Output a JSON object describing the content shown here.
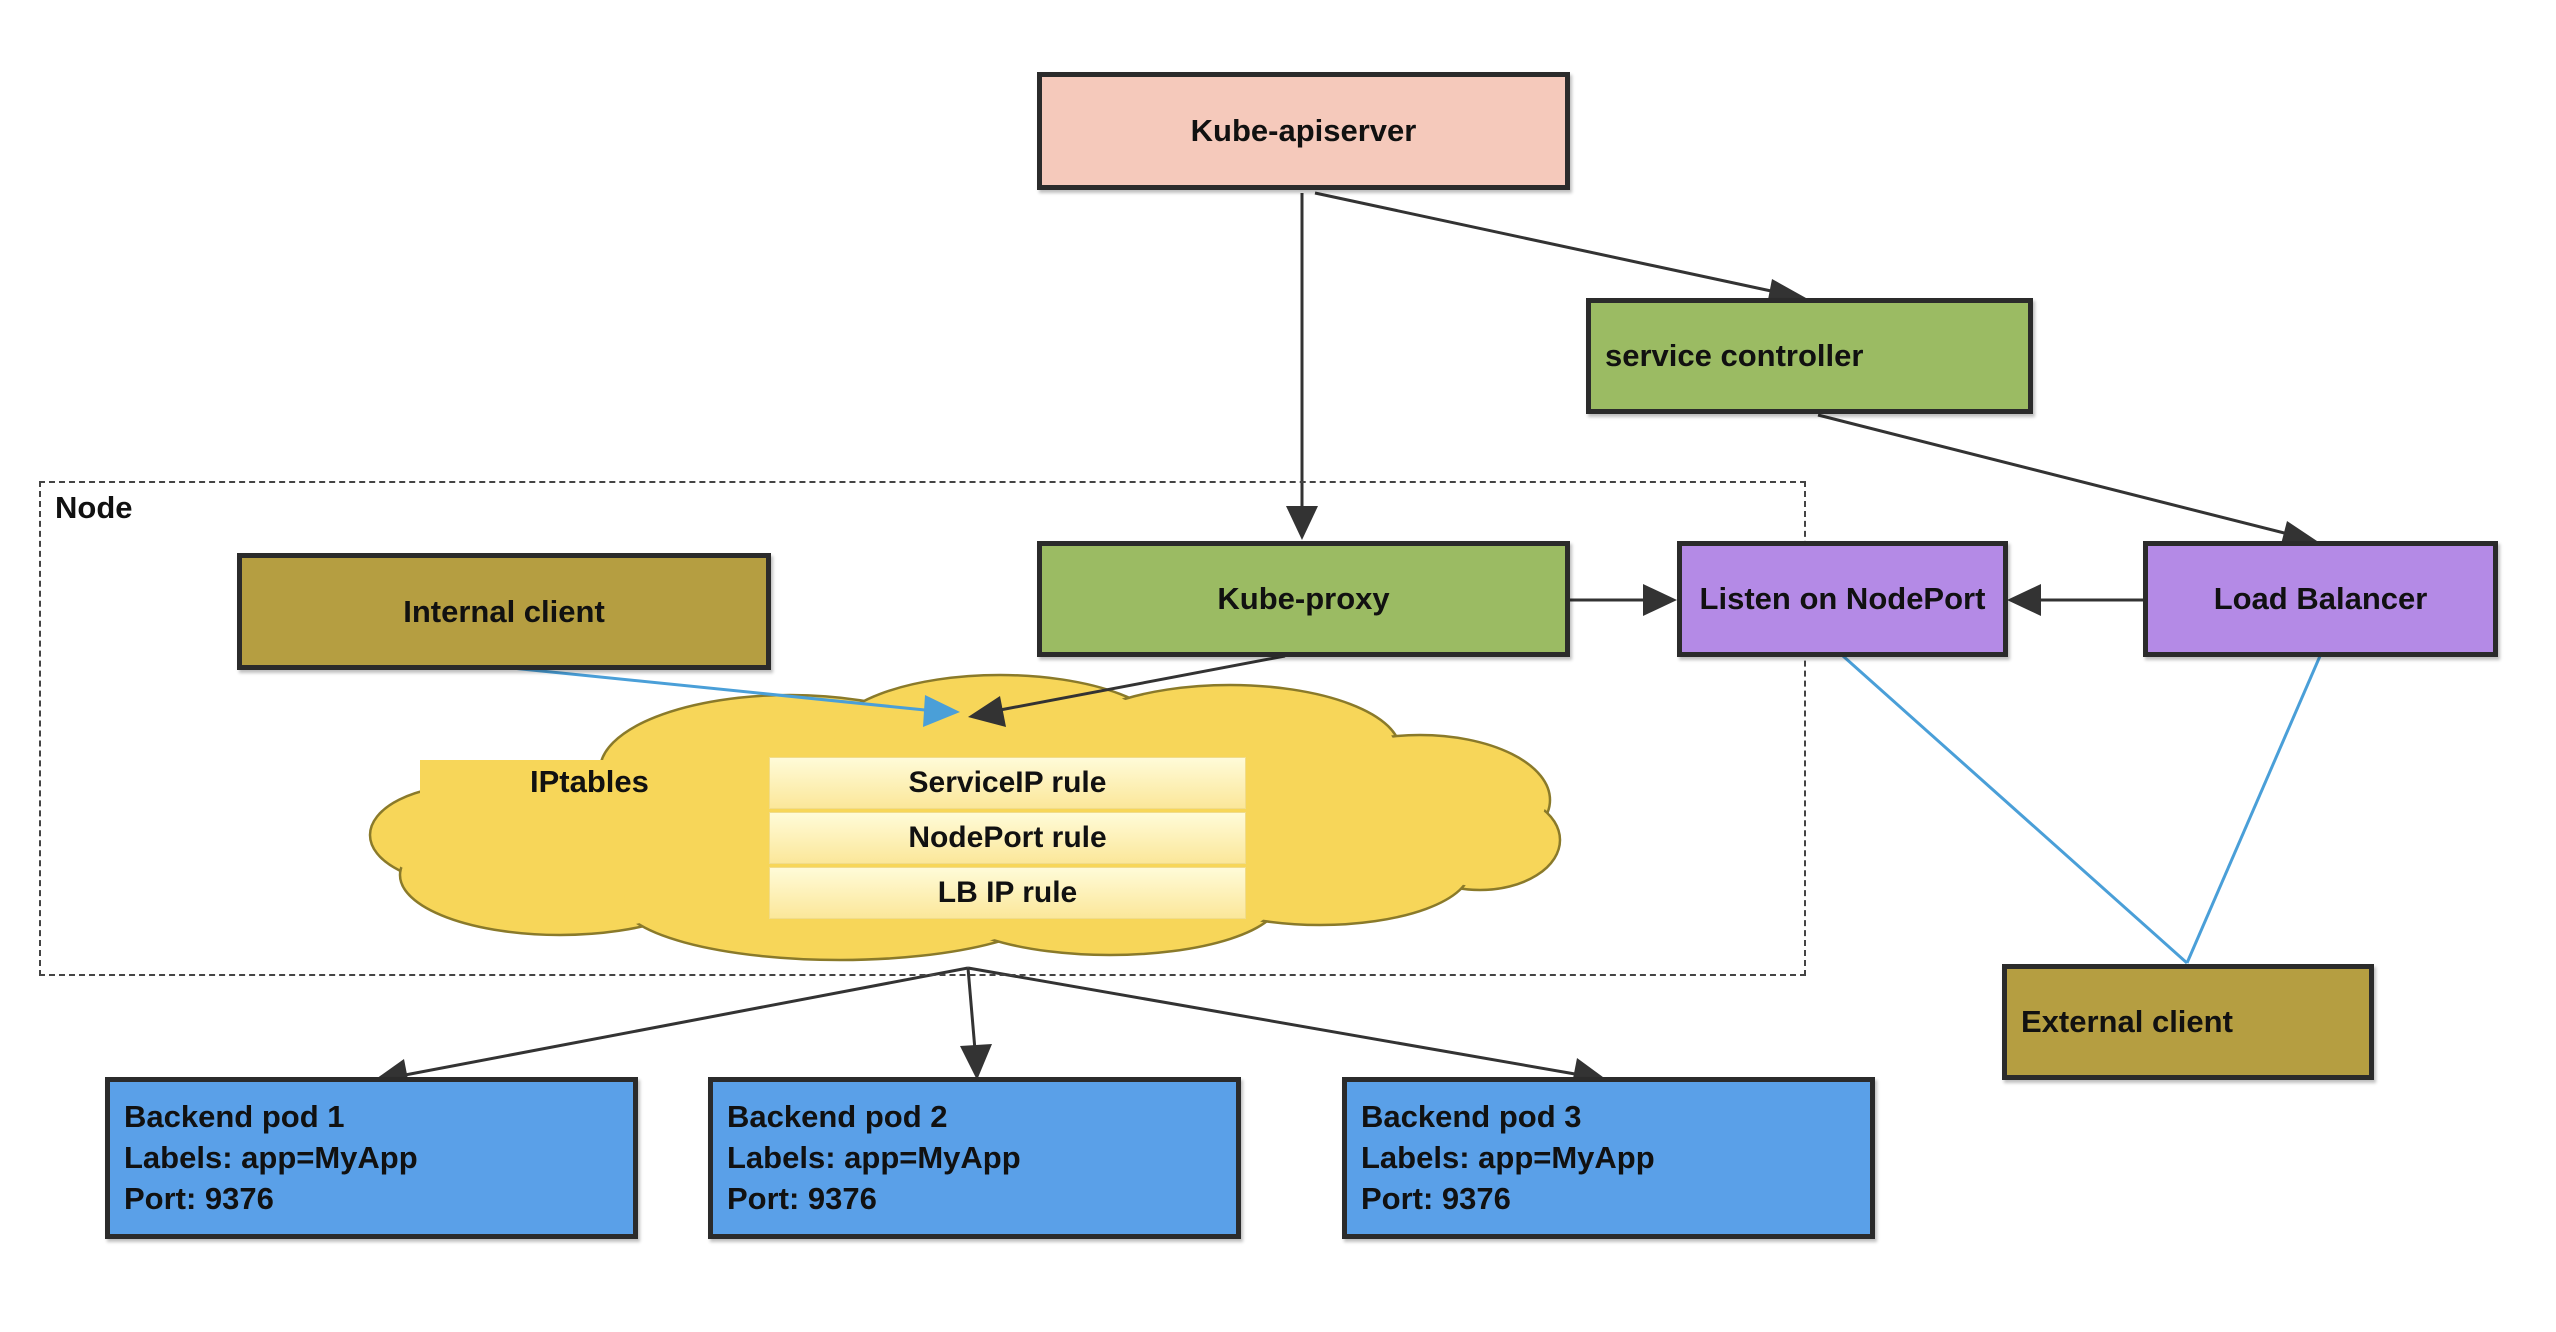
{
  "boxes": {
    "kube_apiserver": "Kube-apiserver",
    "service_controller": "service controller",
    "kube_proxy": "Kube-proxy",
    "listen_nodeport": "Listen on NodePort",
    "load_balancer": "Load Balancer",
    "internal_client": "Internal client",
    "external_client": "External client"
  },
  "node_label": "Node",
  "iptables": {
    "label": "IPtables",
    "rules": [
      "ServiceIP rule",
      "NodePort rule",
      "LB IP rule"
    ]
  },
  "pods": [
    {
      "name": "Backend pod 1",
      "labels": "Labels: app=MyApp",
      "port": "Port: 9376"
    },
    {
      "name": "Backend pod 2",
      "labels": "Labels: app=MyApp",
      "port": "Port: 9376"
    },
    {
      "name": "Backend pod 3",
      "labels": "Labels: app=MyApp",
      "port": "Port: 9376"
    }
  ],
  "colors": {
    "apiserver": "#f5c9bb",
    "green": "#9bbb63",
    "purple": "#b48ae6",
    "olive": "#b59e41",
    "pod": "#5aa0e8",
    "cloud": "#f7d659",
    "arrow_dark": "#333333",
    "arrow_blue": "#4a9fd8"
  }
}
